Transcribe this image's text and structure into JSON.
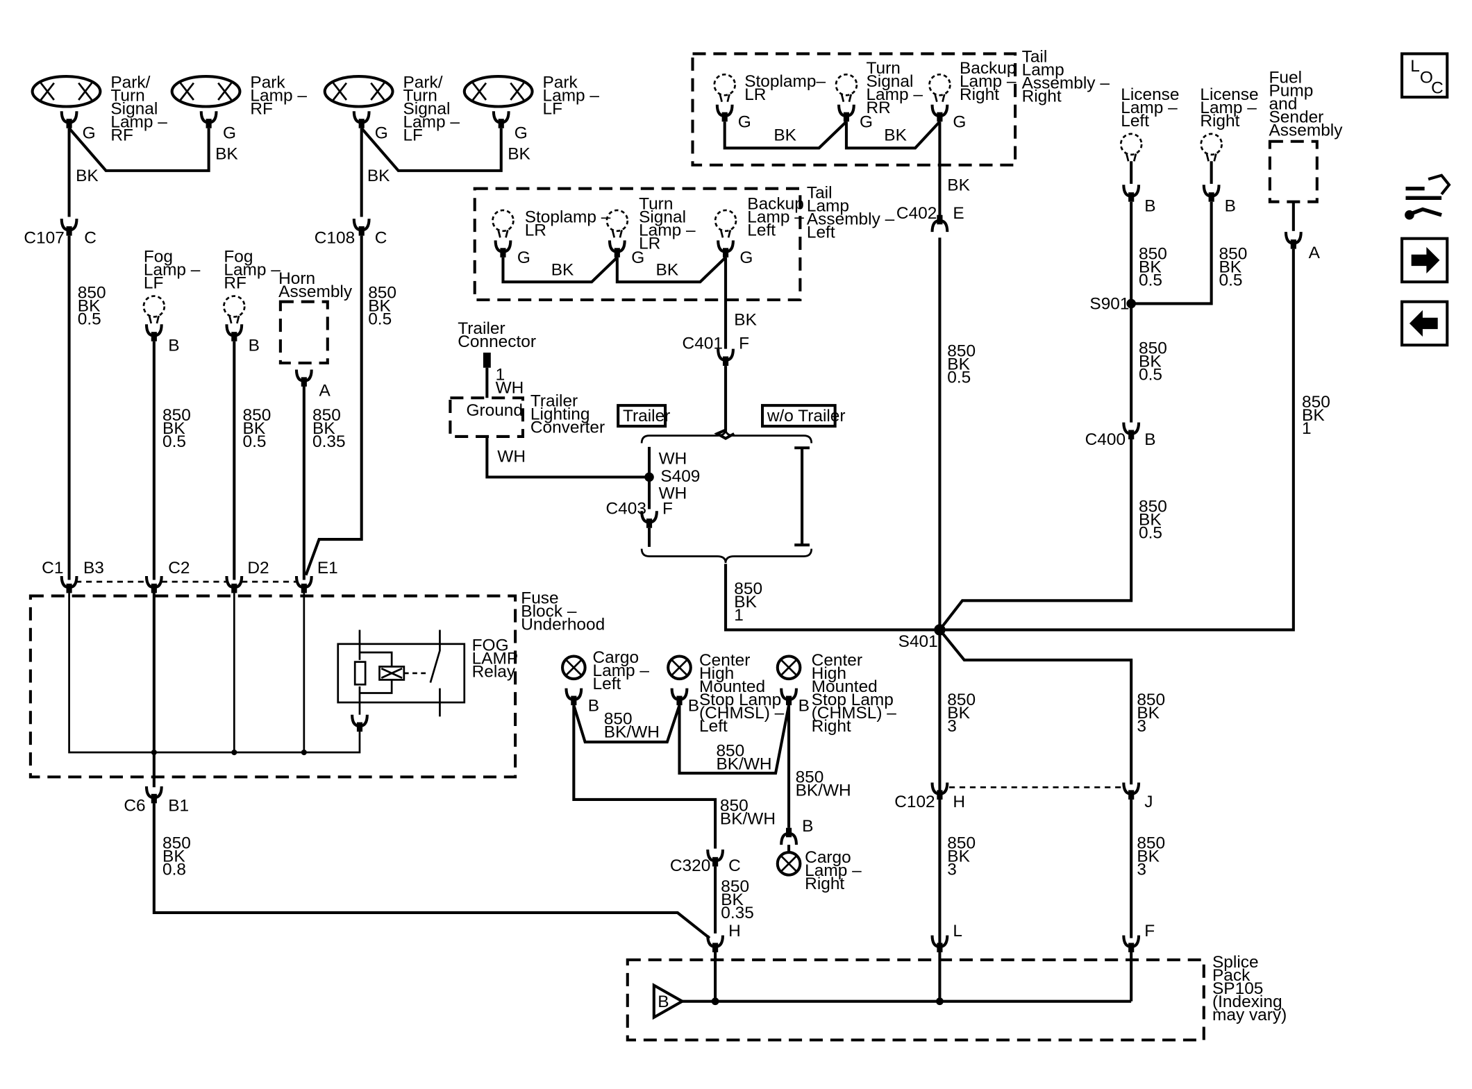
{
  "components": {
    "park_turn_rf": [
      "Park/",
      "Turn",
      "Signal",
      "Lamp –",
      "RF"
    ],
    "park_rf": [
      "Park",
      "Lamp –",
      "RF"
    ],
    "park_turn_lf": [
      "Park/",
      "Turn",
      "Signal",
      "Lamp –",
      "LF"
    ],
    "park_lf": [
      "Park",
      "Lamp –",
      "LF"
    ],
    "fog_lf": [
      "Fog",
      "Lamp –",
      "LF"
    ],
    "fog_rf": [
      "Fog",
      "Lamp –",
      "RF"
    ],
    "horn": [
      "Horn",
      "Assembly"
    ],
    "tail_right_box": [
      "Tail",
      "Lamp",
      "Assembly –",
      "Right"
    ],
    "tail_left_box": [
      "Tail",
      "Lamp",
      "Assembly –",
      "Left"
    ],
    "stop_lr_r": [
      "Stoplamp–",
      "LR"
    ],
    "turn_rr": [
      "Turn",
      "Signal",
      "Lamp –",
      "RR"
    ],
    "backup_right": [
      "Backup",
      "Lamp –",
      "Right"
    ],
    "stop_lr_l": [
      "Stoplamp –",
      "LR"
    ],
    "turn_lr": [
      "Turn",
      "Signal",
      "Lamp –",
      "LR"
    ],
    "backup_left": [
      "Backup",
      "Lamp –",
      "Left"
    ],
    "license_left": [
      "License",
      "Lamp –",
      "Left"
    ],
    "license_right": [
      "License",
      "Lamp –",
      "Right"
    ],
    "fuel_pump": [
      "Fuel",
      "Pump",
      "and",
      "Sender",
      "Assembly"
    ],
    "trailer_connector": [
      "Trailer",
      "Connector"
    ],
    "trailer_converter": [
      "Trailer",
      "Lighting",
      "Converter"
    ],
    "ground": "Ground",
    "trailer_option": "Trailer",
    "no_trailer_option": "w/o Trailer",
    "fuse_block": [
      "Fuse",
      "Block –",
      "Underhood"
    ],
    "fog_relay": [
      "FOG",
      "LAMP",
      "Relay"
    ],
    "cargo_left": [
      "Cargo",
      "Lamp –",
      "Left"
    ],
    "chmsl_left": [
      "Center",
      "High",
      "Mounted",
      "Stop Lamp",
      "(CHMSL) –",
      "Left"
    ],
    "chmsl_right": [
      "Center",
      "High",
      "Mounted",
      "Stop Lamp",
      "(CHMSL) –",
      "Right"
    ],
    "cargo_right": [
      "Cargo",
      "Lamp –",
      "Right"
    ],
    "splice_pack": [
      "Splice",
      "Pack",
      "SP105",
      "(Indexing",
      "may vary)"
    ],
    "ground_symbol": "B"
  },
  "connectors": {
    "c107": "C107",
    "c108": "C108",
    "c401": "C401",
    "c402": "C402",
    "c403": "C403",
    "c400": "C400",
    "c320": "C320",
    "c102": "C102",
    "c6": "C6",
    "s901": "S901",
    "s409": "S409",
    "s401": "S401"
  },
  "pins": {
    "G": "G",
    "C": "C",
    "B": "B",
    "A": "A",
    "E": "E",
    "F": "F",
    "H": "H",
    "J": "J",
    "L": "L",
    "C1": "C1",
    "B3": "B3",
    "C2": "C2",
    "D2": "D2",
    "E1": "E1",
    "B1": "B1",
    "one": "1"
  },
  "wires": {
    "bk": "BK",
    "wh": "WH",
    "bkwh": "BK/WH",
    "one_wh": "1 WH",
    "num": "850",
    "g05": "0.5",
    "g035": "0.35",
    "g08": "0.8",
    "g1": "1",
    "g3": "3"
  },
  "nav_icons": {
    "loc": [
      "L",
      "O",
      "C"
    ],
    "icons": [
      "component-locator-icon",
      "harness-repair-icon",
      "next-page-icon",
      "previous-page-icon"
    ]
  }
}
